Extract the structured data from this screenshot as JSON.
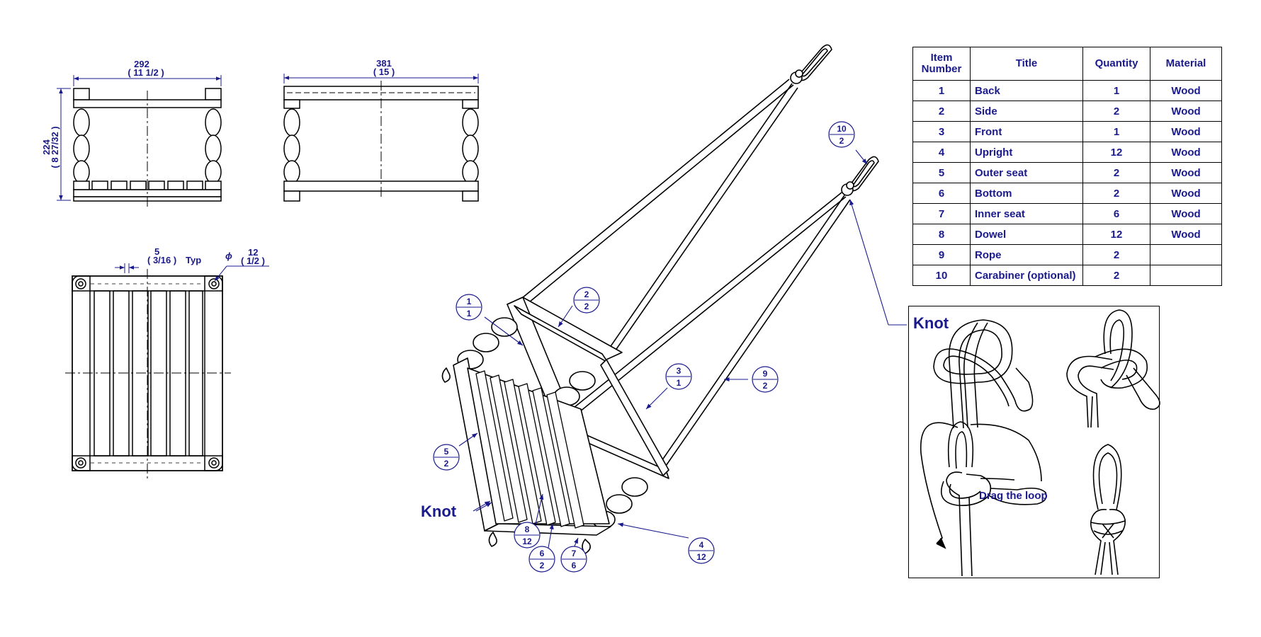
{
  "top_view": {
    "width_mm": "292",
    "width_in": "( 11 1/2 )",
    "height_mm": "224",
    "height_in": "( 8 27/32 )"
  },
  "side_view": {
    "width_mm": "381",
    "width_in": "( 15 )"
  },
  "plan_view": {
    "gap_mm": "5",
    "gap_in": "( 3/16 )",
    "gap_note": "Typ",
    "dia_symbol": "ϕ",
    "dia_mm": "12",
    "dia_in": "( 1/2 )"
  },
  "balloons": [
    {
      "item": "1",
      "qty": "1"
    },
    {
      "item": "2",
      "qty": "2"
    },
    {
      "item": "3",
      "qty": "1"
    },
    {
      "item": "9",
      "qty": "2"
    },
    {
      "item": "10",
      "qty": "2"
    },
    {
      "item": "5",
      "qty": "2"
    },
    {
      "item": "8",
      "qty": "12"
    },
    {
      "item": "6",
      "qty": "2"
    },
    {
      "item": "7",
      "qty": "6"
    },
    {
      "item": "4",
      "qty": "12"
    }
  ],
  "knot_callout": "Knot",
  "knot_box_title": "Knot",
  "knot_instruction": "Drag the loop",
  "bom": {
    "headers": [
      "Item\nNumber",
      "Title",
      "Quantity",
      "Material"
    ],
    "rows": [
      [
        "1",
        "Back",
        "1",
        "Wood"
      ],
      [
        "2",
        "Side",
        "2",
        "Wood"
      ],
      [
        "3",
        "Front",
        "1",
        "Wood"
      ],
      [
        "4",
        "Upright",
        "12",
        "Wood"
      ],
      [
        "5",
        "Outer seat",
        "2",
        "Wood"
      ],
      [
        "6",
        "Bottom",
        "2",
        "Wood"
      ],
      [
        "7",
        "Inner seat",
        "6",
        "Wood"
      ],
      [
        "8",
        "Dowel",
        "12",
        "Wood"
      ],
      [
        "9",
        "Rope",
        "2",
        ""
      ],
      [
        "10",
        "Carabiner (optional)",
        "2",
        ""
      ]
    ]
  },
  "colors": {
    "annotation": "#1a1a8c",
    "line": "#000000"
  }
}
